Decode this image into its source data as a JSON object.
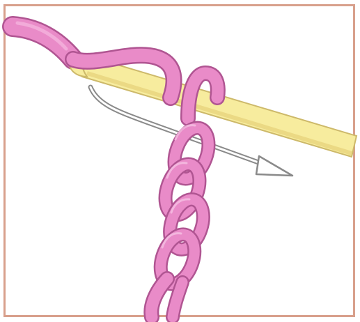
{
  "illustration": {
    "subject": "crochet-chain-with-hook",
    "colors": {
      "frame_border": "#d8a08c",
      "background": "#ffffff",
      "yarn_fill": "#e98bc8",
      "yarn_shadow": "#c86aa8",
      "yarn_outline": "#b05592",
      "hook_fill": "#f7ec9e",
      "hook_shadow": "#e6d27a",
      "hook_outline": "#cdb96a",
      "arrow_stroke": "#8a8a8a",
      "arrow_fill": "#ffffff"
    },
    "icons": [
      "yarn-strand",
      "crochet-hook",
      "direction-arrow",
      "chain-stitch-links"
    ]
  }
}
